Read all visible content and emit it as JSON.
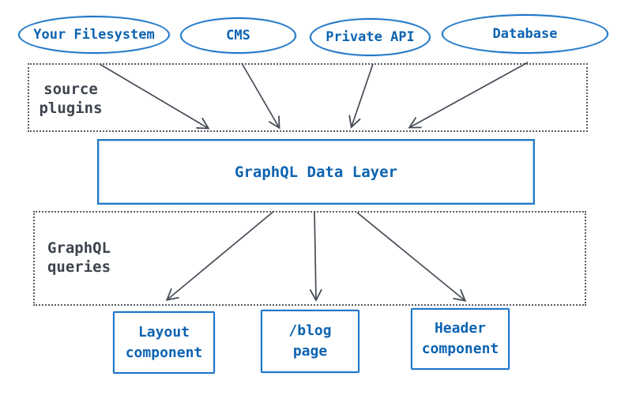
{
  "diagram": {
    "kind": "flow-diagram",
    "colors": {
      "node_blue_border": "#1d76c7",
      "node_blue_text": "#0d63b2",
      "region_gray_text": "#3d444d",
      "arrow_gray": "#454c55",
      "dashed_border_gray": "#565c63",
      "background": "#ffffff"
    },
    "sources": [
      {
        "label": "Your Filesystem"
      },
      {
        "label": "CMS"
      },
      {
        "label": "Private API"
      },
      {
        "label": "Database"
      }
    ],
    "regions": {
      "source_plugins": {
        "label": "source\nplugins"
      },
      "graphql_queries": {
        "label": "GraphQL\nqueries"
      }
    },
    "data_layer": {
      "label": "GraphQL Data Layer"
    },
    "consumers": [
      {
        "label": "Layout\ncomponent"
      },
      {
        "label": "/blog\npage"
      },
      {
        "label": "Header\ncomponent"
      }
    ]
  }
}
